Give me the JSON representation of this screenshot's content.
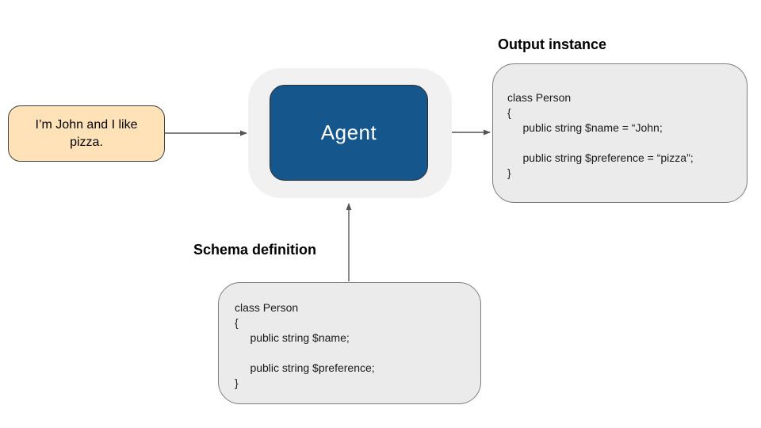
{
  "diagram": {
    "input_note": {
      "text": "I’m John and I like pizza."
    },
    "agent": {
      "label": "Agent"
    },
    "output": {
      "title": "Output instance",
      "code": "class Person\n{\n     public string $name = “John;\n\n     public string $preference = “pizza”;\n}"
    },
    "schema": {
      "title": "Schema definition",
      "code": "class Person\n{\n     public string $name;\n\n     public string $preference;\n}"
    },
    "colors": {
      "agent_blue": "#15568d",
      "note_peach": "#ffe2b8",
      "panel_gray": "#ebebeb",
      "container_gray": "#f1f1f2",
      "arrow_gray": "#545454"
    }
  }
}
